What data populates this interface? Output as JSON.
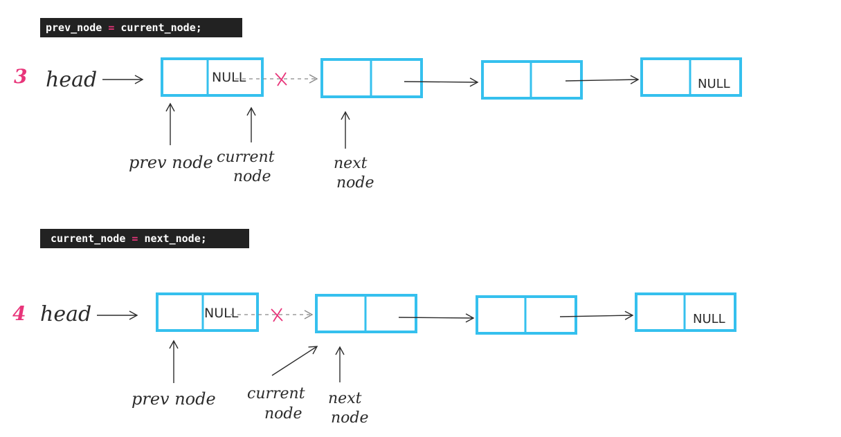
{
  "sections": [
    {
      "code": {
        "lhs": "prev_node",
        "op": "=",
        "rhs": "current_node;"
      },
      "step_number": "3",
      "head_label": "head",
      "null_label_first": "NULL",
      "null_label_last": "NULL",
      "labels": {
        "prev": "prev node",
        "current_line1": "current",
        "current_line2": "node",
        "next_line1": "next",
        "next_line2": "node"
      }
    },
    {
      "code": {
        "lhs": "current_node",
        "op": "=",
        "rhs": "next_node;"
      },
      "step_number": "4",
      "head_label": "head",
      "null_label_first": "NULL",
      "null_label_last": "NULL",
      "labels": {
        "prev": "prev node",
        "current_line1": "current",
        "current_line2": "node",
        "next_line1": "next",
        "next_line2": "node"
      }
    }
  ],
  "colors": {
    "node_border": "#35c0ee",
    "accent": "#e8357a",
    "ink": "#2b2b2b",
    "code_bg": "#222222"
  }
}
